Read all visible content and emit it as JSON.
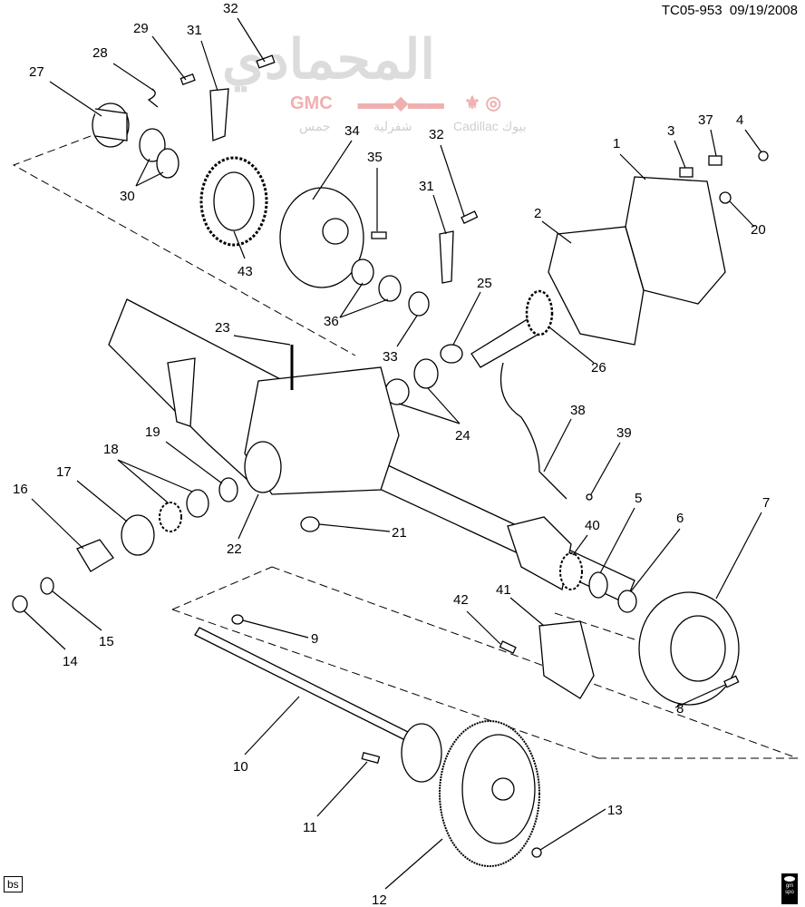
{
  "header": {
    "code": "TC05-953",
    "date": "09/19/2008"
  },
  "watermark": {
    "brand": "المحمادي",
    "gmc": "GMC",
    "gmc_ar": "جمس",
    "chevrolet_ar": "شفرلية",
    "cadillac": "Cadillac",
    "buick_ar": "بيوك"
  },
  "footer": {
    "left_badge": "bs",
    "right_badge": "gm spo"
  },
  "callouts": {
    "c32a": "32",
    "c29": "29",
    "c31a": "31",
    "c28": "28",
    "c27": "27",
    "c34": "34",
    "c35": "35",
    "c32b": "32",
    "c3": "3",
    "c37": "37",
    "c4": "4",
    "c1": "1",
    "c30": "30",
    "c31b": "31",
    "c2": "2",
    "c20": "20",
    "c43": "43",
    "c25": "25",
    "c36": "36",
    "c33": "33",
    "c26": "26",
    "c23": "23",
    "c24": "24",
    "c38": "38",
    "c39": "39",
    "c19": "19",
    "c18": "18",
    "c17": "17",
    "c16": "16",
    "c5": "5",
    "c7": "7",
    "c6": "6",
    "c40": "40",
    "c22": "22",
    "c21": "21",
    "c41": "41",
    "c42": "42",
    "c15": "15",
    "c9": "9",
    "c14": "14",
    "c8": "8",
    "c10": "10",
    "c11": "11",
    "c13": "13",
    "c12": "12"
  }
}
